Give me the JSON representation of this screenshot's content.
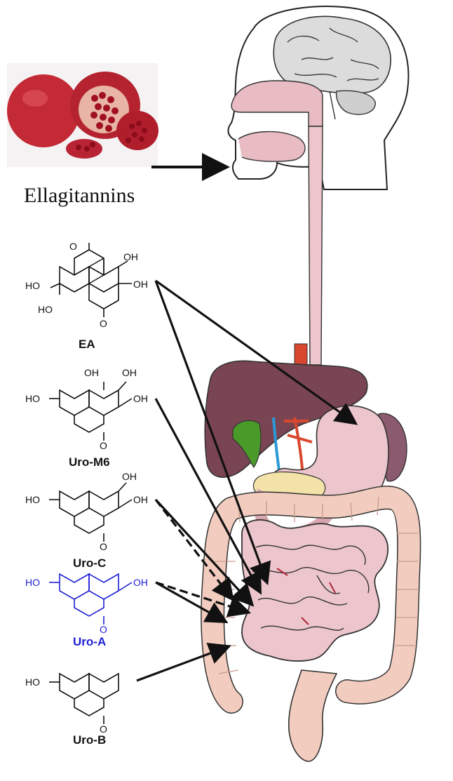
{
  "source_label": "Ellagitannins",
  "colors": {
    "default": "#111111",
    "highlight": "#1f1fd6",
    "skin_line": "#222222",
    "brain": "#d6d6d6",
    "gut": "#ecc6cc",
    "liver": "#7a4552",
    "colon": "#f2cdbf",
    "pomegranate": "#c8283a"
  },
  "compounds": [
    {
      "name": "EA",
      "atoms": [
        "O",
        "OH",
        "HO",
        "OH",
        "HO",
        "O"
      ],
      "highlight": false
    },
    {
      "name": "Uro-M6",
      "atoms": [
        "OH",
        "OH",
        "HO",
        "OH",
        "O"
      ],
      "highlight": false
    },
    {
      "name": "Uro-C",
      "atoms": [
        "OH",
        "HO",
        "OH",
        "O"
      ],
      "highlight": false
    },
    {
      "name": "Uro-A",
      "atoms": [
        "HO",
        "OH",
        "O"
      ],
      "highlight": true
    },
    {
      "name": "Uro-B",
      "atoms": [
        "HO",
        "O"
      ],
      "highlight": false
    }
  ]
}
